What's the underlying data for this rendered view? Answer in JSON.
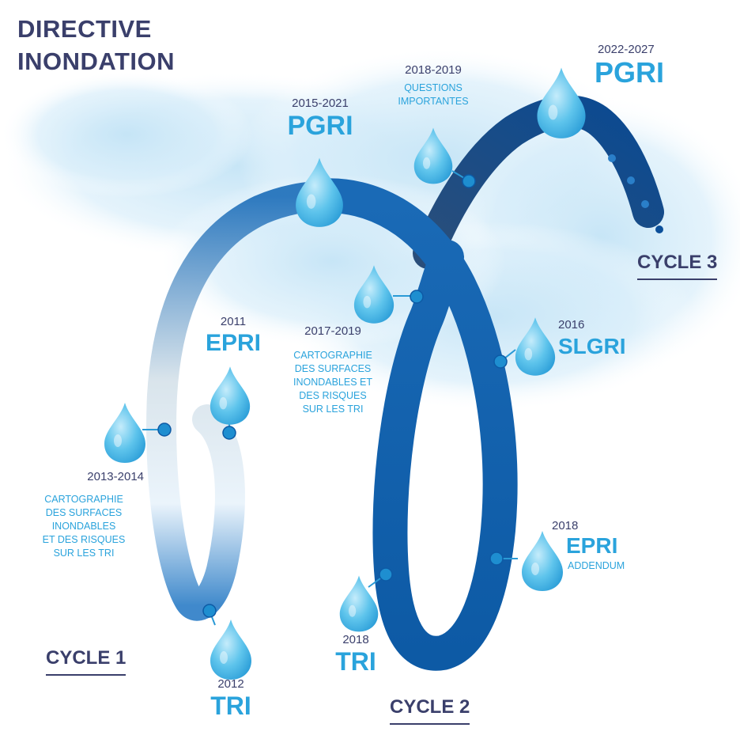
{
  "title_line1": "DIRECTIVE",
  "title_line2": "INONDATION",
  "colors": {
    "dark": "#3a3f6b",
    "accent": "#2aa3dc",
    "band": "#0b4f9a",
    "drop": "#5cc4ec"
  },
  "milestones": {
    "epri_2011": {
      "years": "2011",
      "label": "EPRI"
    },
    "tri_2012": {
      "years": "2012",
      "label": "TRI"
    },
    "carto_2013": {
      "years": "2013-2014",
      "desc": [
        "CARTOGRAPHIE",
        "DES SURFACES",
        "INONDABLES",
        "ET DES RISQUES",
        "SUR LES TRI"
      ]
    },
    "pgri_2015": {
      "years": "2015-2021",
      "label": "PGRI"
    },
    "carto_2017": {
      "years": "2017-2019",
      "desc": [
        "CARTOGRAPHIE",
        "DES SURFACES",
        "INONDABLES ET",
        "DES RISQUES",
        "SUR LES TRI"
      ]
    },
    "slgri_2016": {
      "years": "2016",
      "label": "SLGRI"
    },
    "tri_2018": {
      "years": "2018",
      "label": "TRI"
    },
    "epri_2018": {
      "years": "2018",
      "label": "EPRI",
      "sub": "ADDENDUM"
    },
    "questions_2018": {
      "years": "2018-2019",
      "desc": [
        "QUESTIONS",
        "IMPORTANTES"
      ]
    },
    "pgri_2022": {
      "years": "2022-2027",
      "label": "PGRI"
    }
  },
  "cycles": {
    "c1": "CYCLE 1",
    "c2": "CYCLE 2",
    "c3": "CYCLE 3"
  }
}
